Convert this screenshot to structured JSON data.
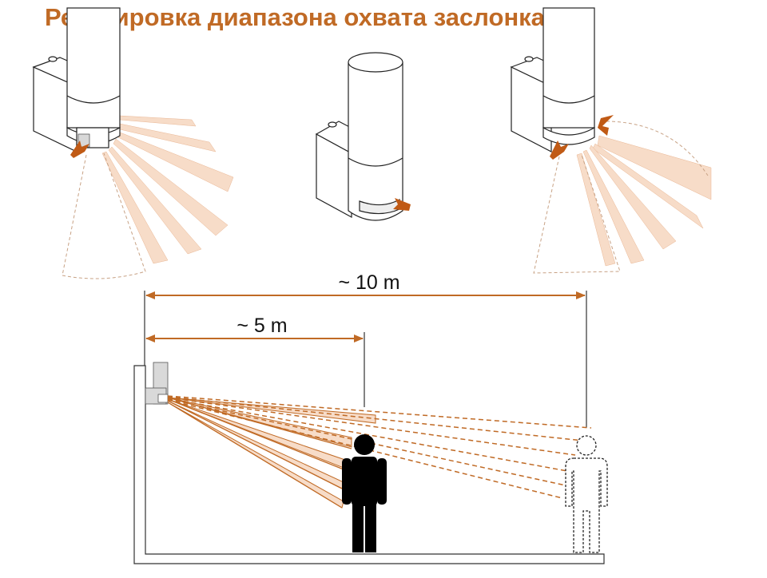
{
  "title": "Регулировка диапазона охвата заслонками",
  "colors": {
    "accent": "#c06a25",
    "beam_fill": "#f7dcc8",
    "arrow": "#c05a15",
    "line": "#333333"
  },
  "dimensions": {
    "far_label": "~ 10 m",
    "near_label": "~ 5 m"
  },
  "icons": [
    "lamp-sensor-open",
    "lamp-sensor-closed",
    "lamp-sensor-both-shutters",
    "person-near",
    "person-far-outline"
  ]
}
